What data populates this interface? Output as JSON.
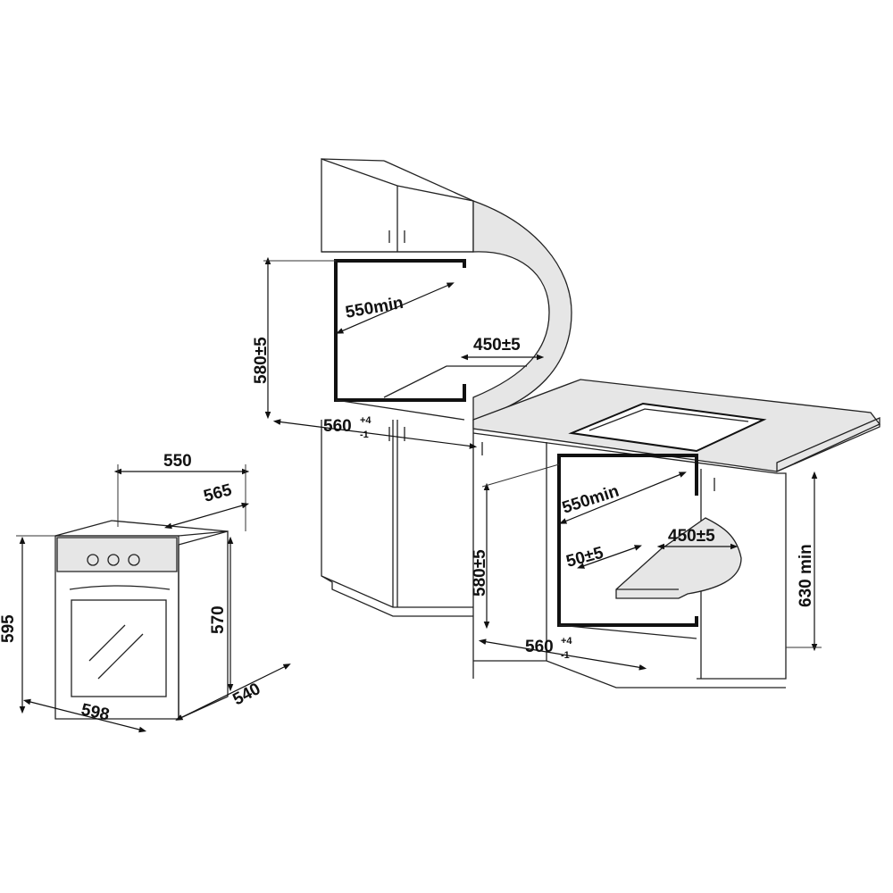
{
  "title": "Built-in oven installation dimensions",
  "oven": {
    "width": "598",
    "height": "595",
    "depth_top": "550",
    "depth_total": "565",
    "body_height": "570",
    "body_depth": "540"
  },
  "tall_cabinet": {
    "depth_min": "550min",
    "niche_height": "580±5",
    "vent_depth": "450±5",
    "niche_width": "560",
    "width_tol_plus": "+4",
    "width_tol_minus": "-1"
  },
  "under_counter": {
    "depth_min": "550min",
    "vent_gap": "50±5",
    "vent_depth": "450±5",
    "niche_height": "580±5",
    "niche_width": "560",
    "width_tol_plus": "+4",
    "width_tol_minus": "-1",
    "counter_height": "630 min"
  }
}
